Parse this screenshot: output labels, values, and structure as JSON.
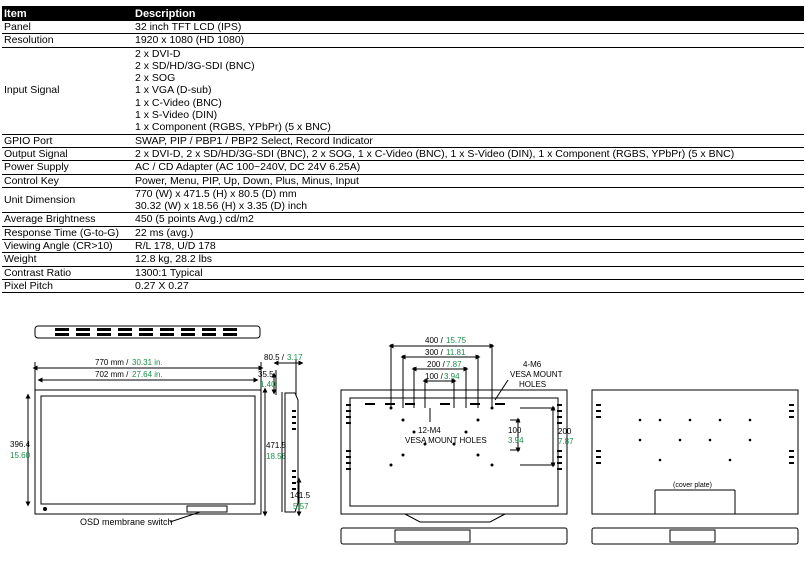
{
  "table": {
    "header": {
      "item": "Item",
      "description": "Description"
    },
    "rows": [
      {
        "item": "Panel",
        "lines": [
          "32 inch TFT LCD (IPS)"
        ]
      },
      {
        "item": "Resolution",
        "lines": [
          "1920 x 1080 (HD 1080)"
        ]
      },
      {
        "item": "Input Signal",
        "lines": [
          "2 x DVI-D",
          "2 x SD/HD/3G-SDI (BNC)",
          "2 x SOG",
          "1 x VGA (D-sub)",
          "1 x C-Video (BNC)",
          "1 x S-Video (DIN)",
          "1 x Component (RGBS, YPbPr) (5 x BNC)"
        ]
      },
      {
        "item": "GPIO Port",
        "lines": [
          "SWAP, PIP / PBP1 / PBP2 Select, Record Indicator"
        ]
      },
      {
        "item": "Output Signal",
        "lines": [
          "2 x DVI-D, 2 x SD/HD/3G-SDI (BNC), 2 x SOG, 1 x C-Video (BNC), 1 x S-Video (DIN), 1 x Component (RGBS, YPbPr) (5 x BNC)"
        ]
      },
      {
        "item": "Power Supply",
        "lines": [
          "AC / CD Adapter (AC 100~240V, DC 24V 6.25A)"
        ]
      },
      {
        "item": "Control Key",
        "lines": [
          "Power, Menu, PIP, Up, Down, Plus, Minus, Input"
        ]
      },
      {
        "item": "Unit Dimension",
        "lines": [
          "770 (W) x 471.5 (H) x 80.5 (D) mm",
          "30.32 (W) x 18.56 (H) x 3.35 (D) inch"
        ]
      },
      {
        "item": "Average Brightness",
        "lines": [
          "450 (5 points Avg.) cd/m2"
        ]
      },
      {
        "item": "Response Time (G-to-G)",
        "lines": [
          "22 ms (avg.)"
        ]
      },
      {
        "item": "Viewing Angle (CR>10)",
        "lines": [
          "R/L 178, U/D 178"
        ]
      },
      {
        "item": "Weight",
        "lines": [
          "12.8 kg, 28.2 lbs"
        ]
      },
      {
        "item": "Contrast Ratio",
        "lines": [
          "1300:1 Typical"
        ]
      },
      {
        "item": "Pixel Pitch",
        "lines": [
          "0.27 X 0.27"
        ]
      }
    ]
  },
  "drawings": {
    "front": {
      "width_mm": "770 mm /",
      "width_in": "30.31 in.",
      "inner_mm": "702 mm /",
      "inner_in": "27.64 in.",
      "left_mm": "396.4",
      "left_in": "15.60",
      "right_mm": "471.5",
      "right_in": "18.56",
      "osd_label": "OSD membrane switch"
    },
    "side": {
      "depth_mm": "80.5 /",
      "depth_in": "3.17",
      "top_mm": "35.5",
      "top_in": "1.40",
      "bottom_mm": "141.5",
      "bottom_in": "5.57"
    },
    "back": {
      "d400_mm": "400 /",
      "d400_in": "15.75",
      "d300_mm": "300 /",
      "d300_in": "11.81",
      "d200_mm": "200 /",
      "d200_in": "7.87",
      "d100_mm": "100 /",
      "d100_in": "3.94",
      "m6_label": [
        "4-M6",
        "VESA MOUNT",
        "HOLES"
      ],
      "m4_label": [
        "12-M4",
        "VESA MOUNT HOLES"
      ],
      "v100_mm": "100",
      "v100_in": "3.94",
      "v200_mm": "200",
      "v200_in": "7.87"
    },
    "back2": {
      "cover_label": "(cover plate)"
    },
    "accent_color": "#1a8f4a"
  }
}
